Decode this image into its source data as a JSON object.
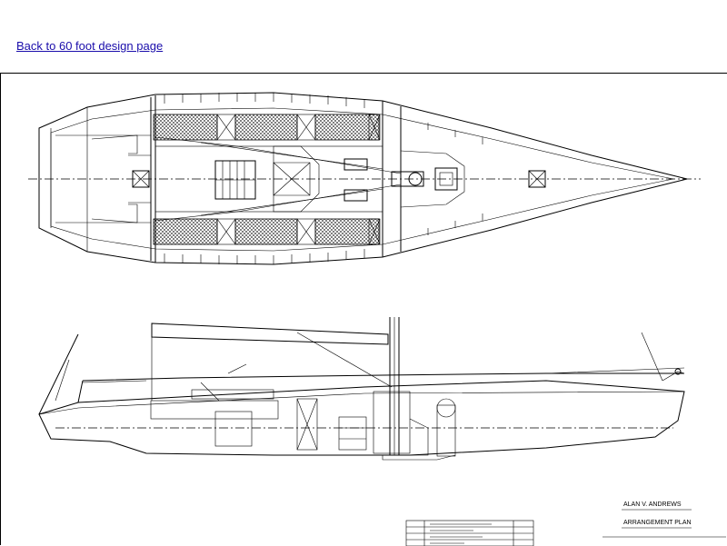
{
  "nav": {
    "back_link": "Back to 60 foot design page"
  },
  "title_block": {
    "designer": "ALAN V. ANDREWS",
    "drawing_title": "ARRANGEMENT PLAN"
  }
}
